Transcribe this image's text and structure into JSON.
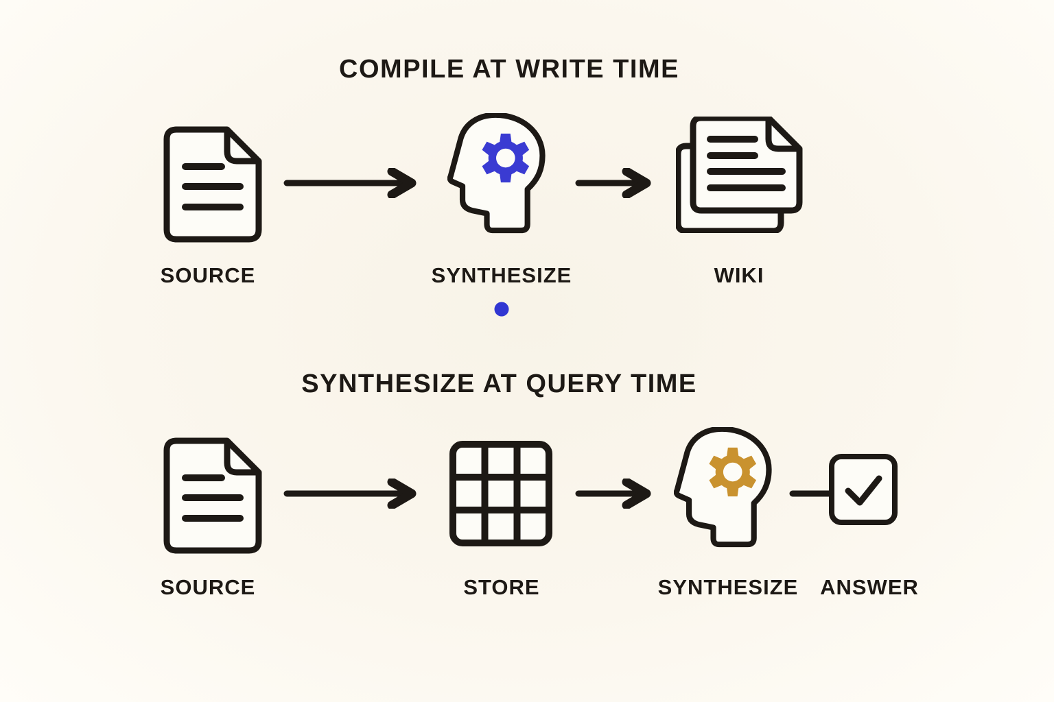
{
  "colors": {
    "background": "#fbf7ee",
    "ink": "#1d1915",
    "blue_gear": "#3a3bd2",
    "gold_gear": "#c9922f",
    "dot": "#3136d2"
  },
  "sections": [
    {
      "title": "COMPILE AT WRITE TIME",
      "steps": [
        {
          "icon": "document-icon",
          "label": "SOURCE"
        },
        {
          "icon": "head-gear-icon",
          "label": "SYNTHESIZE",
          "accent": "blue"
        },
        {
          "icon": "documents-stack-icon",
          "label": "WIKI"
        }
      ],
      "connectors": [
        "arrow",
        "arrow"
      ],
      "marker": "blue-dot"
    },
    {
      "title": "SYNTHESIZE AT QUERY TIME",
      "steps": [
        {
          "icon": "document-icon",
          "label": "SOURCE"
        },
        {
          "icon": "grid-icon",
          "label": "STORE"
        },
        {
          "icon": "head-gear-icon",
          "label": "SYNTHESIZE",
          "accent": "gold"
        },
        {
          "icon": "checkbox-icon",
          "label": "ANSWER"
        }
      ],
      "connectors": [
        "arrow",
        "arrow",
        "line"
      ]
    }
  ]
}
